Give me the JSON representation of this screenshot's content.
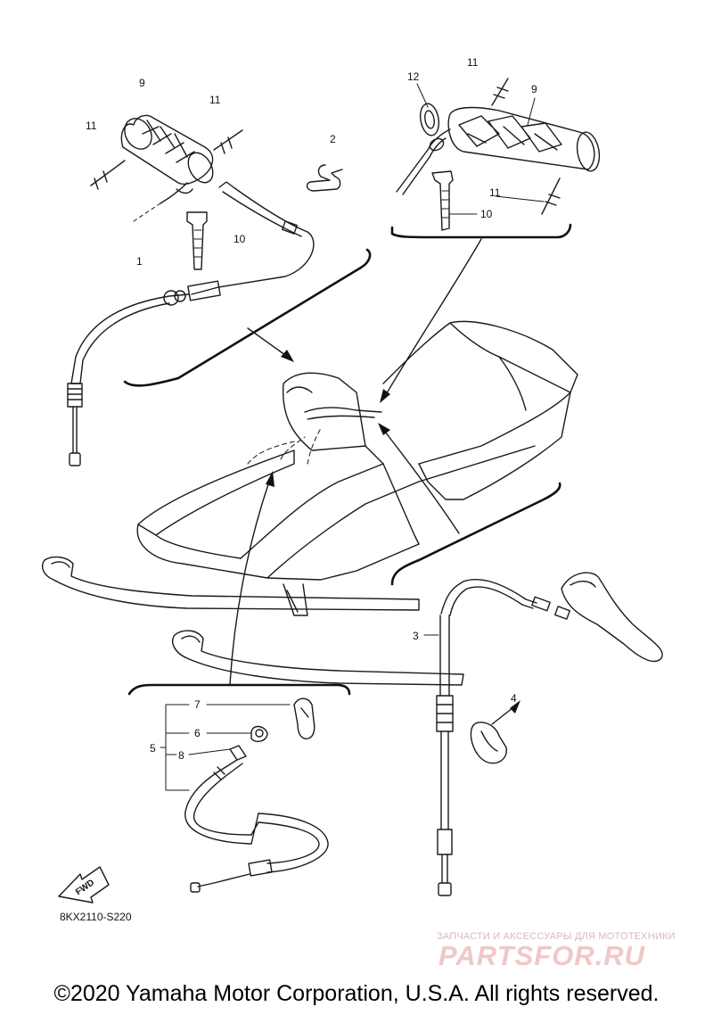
{
  "callouts": {
    "p1": "1",
    "p2": "2",
    "p3": "3",
    "p4": "4",
    "p5": "5",
    "p6": "6",
    "p7": "7",
    "p8": "8",
    "p9_left": "9",
    "p9_right": "9",
    "p10_left": "10",
    "p10_right": "10",
    "p11_a": "11",
    "p11_b": "11",
    "p11_c": "11",
    "p11_d": "11",
    "p12": "12"
  },
  "fwd_label": "FWD",
  "diagram_code": "8KX2110-S220",
  "watermark": {
    "subtitle": "ЗАПЧАСТИ И АКСЕССУАРЫ ДЛЯ МОТОТЕХНИКИ",
    "brand": "PARTSFOR.RU"
  },
  "copyright": "©2020 Yamaha Motor Corporation, U.S.A. All rights reserved.",
  "colors": {
    "line": "#1a1a1a",
    "watermark": "#f0c8c8",
    "background": "#ffffff"
  }
}
